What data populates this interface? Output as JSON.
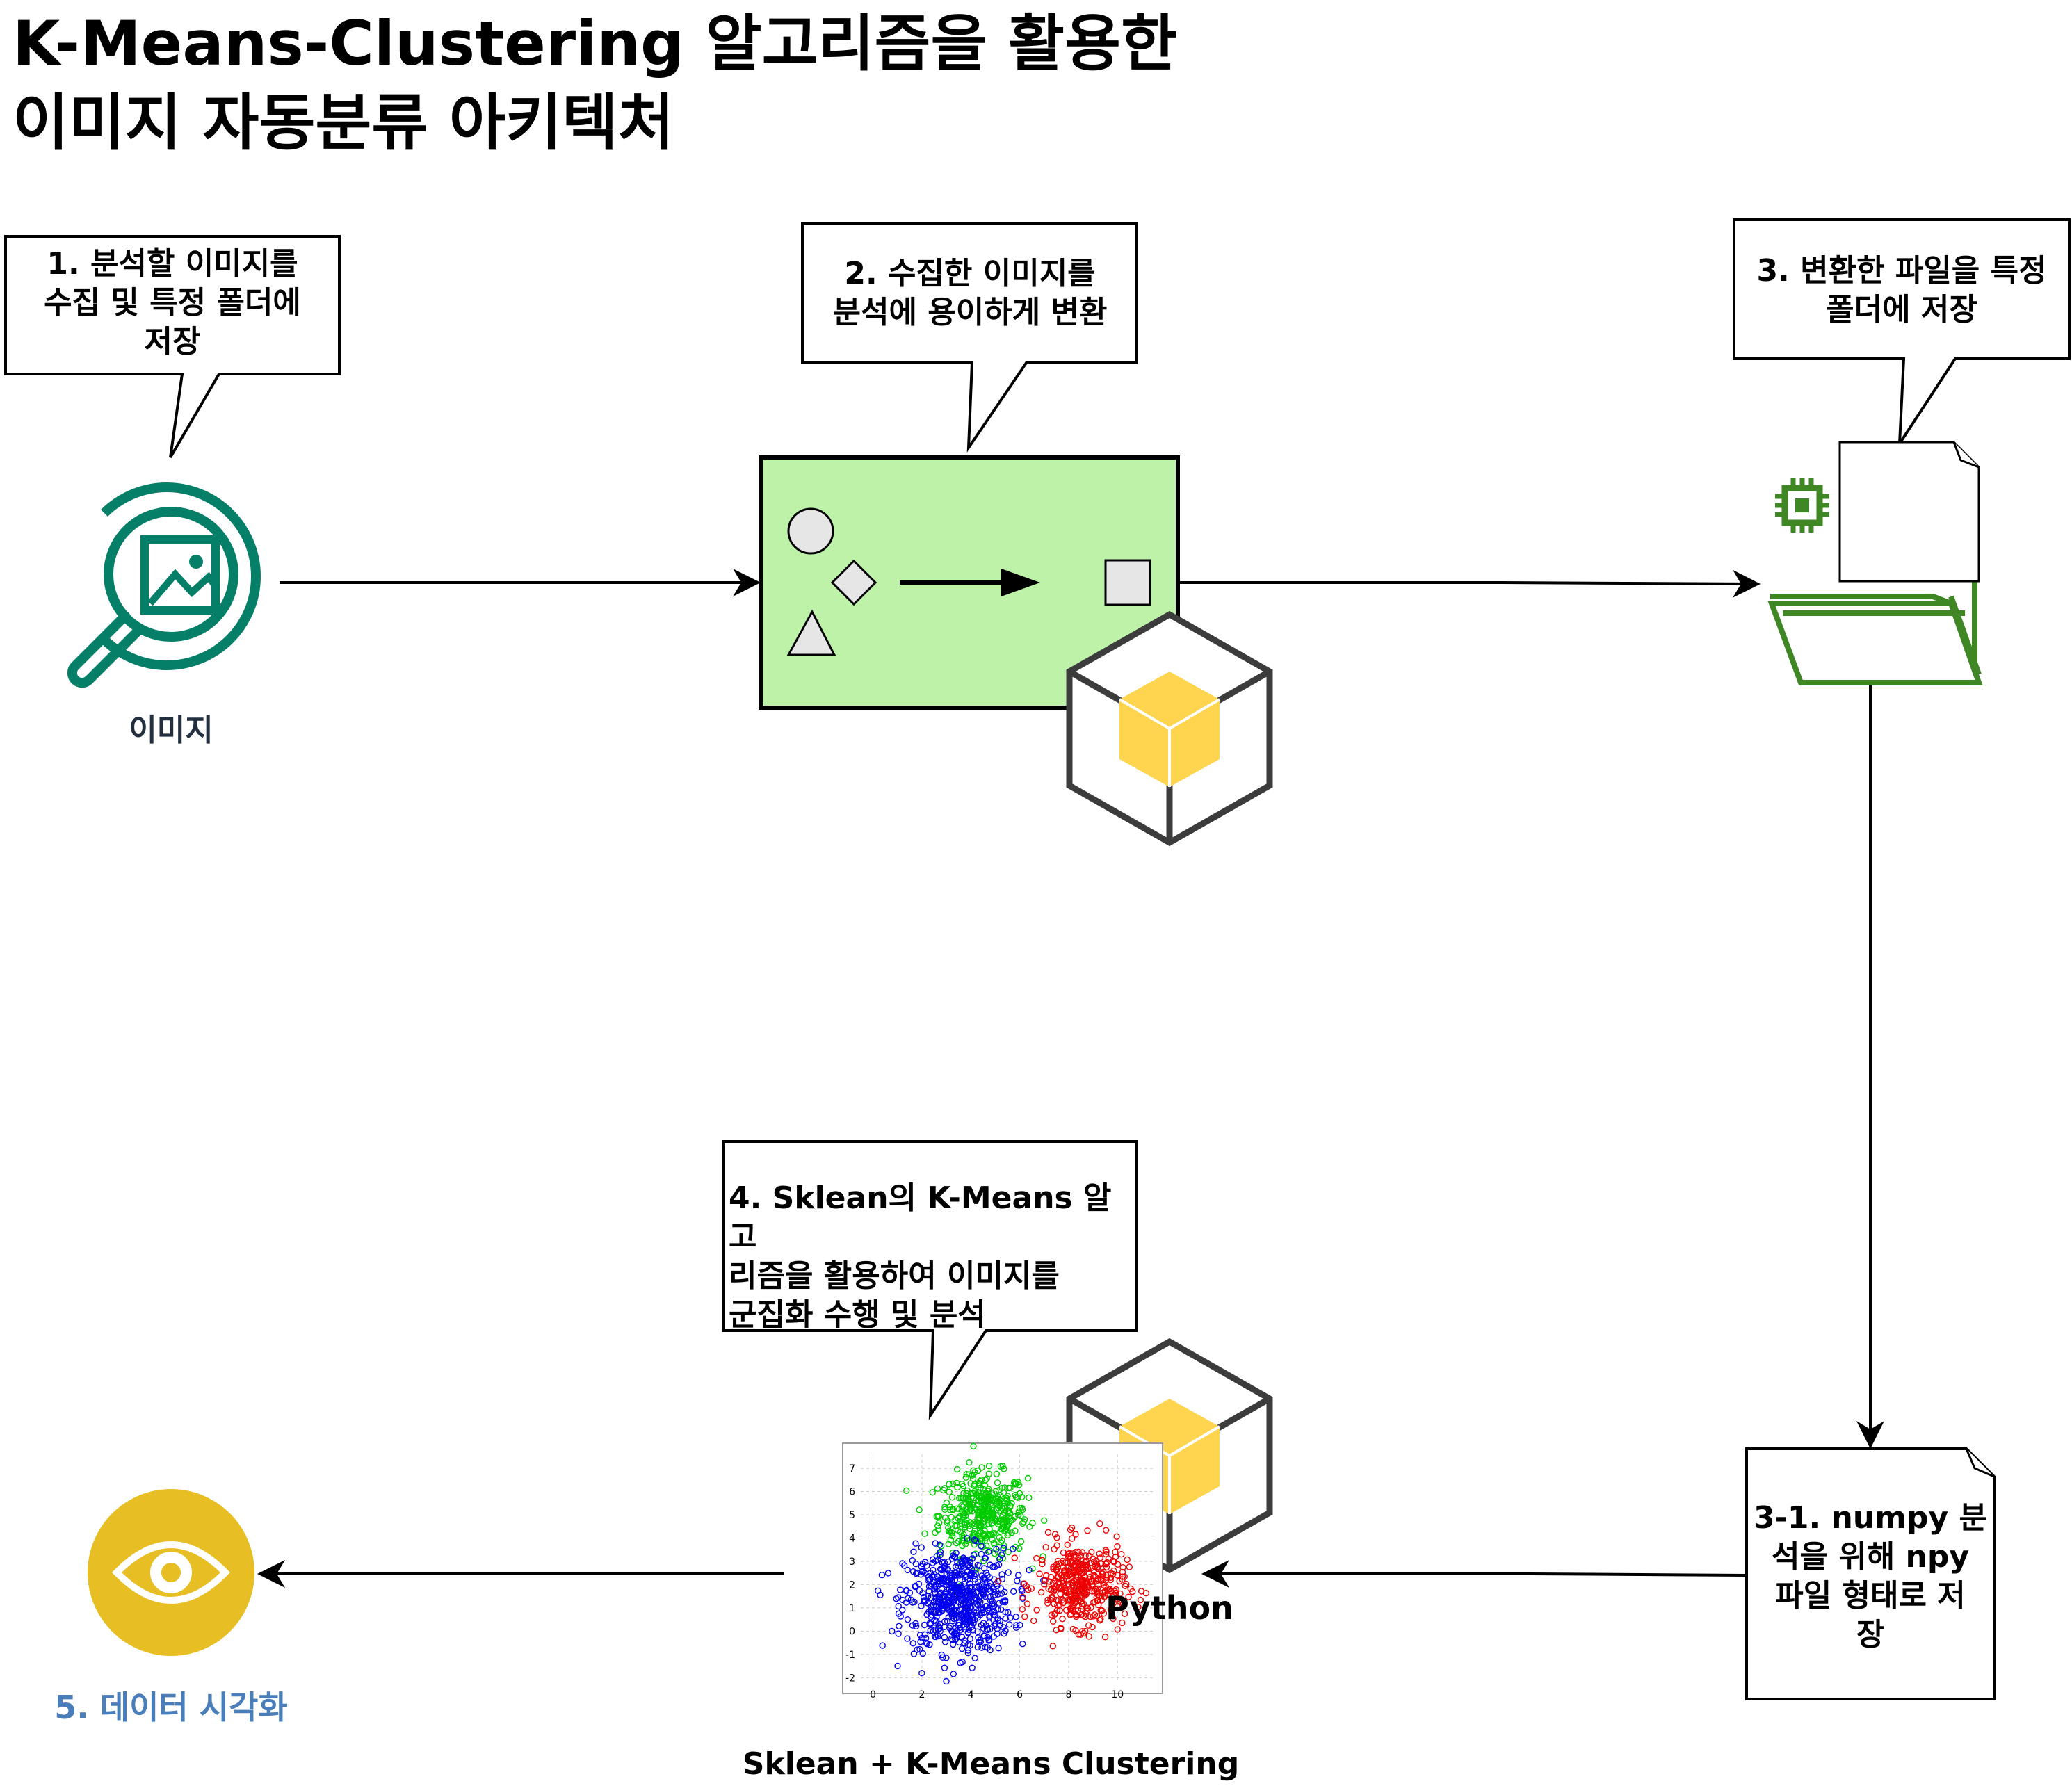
{
  "title": "K-Means-Clustering 알고리즘을 활용한\n이미지 자동분류 아키텍처",
  "steps": {
    "step1": "1. 분석할 이미지를\n수집 및 특정 폴더에\n저장",
    "step2": "2. 수집한 이미지를\n분석에 용이하게 변환",
    "step3": "3. 변환한 파일을 특정\n폴더에 저장",
    "step3_1": "3-1. numpy 분\n석을 위해 npy\n파일 형태로 저\n장",
    "step4": "4. Sklean의 K-Means 알고\n리즘을 활용하여 이미지를\n군집화 수행 및 분석"
  },
  "labels": {
    "image_icon": "이미지",
    "visualization": "5. 데이터 시각화",
    "python": "Python",
    "clustering": "Sklean + K-Means Clustering"
  },
  "colors": {
    "teal": "#067F68",
    "green_fill": "#BEF2A9",
    "folder_green": "#3F8624",
    "gold": "#E7BE24",
    "cube_yellow": "#FFD44F",
    "viz_blue": "#4A7EBB"
  },
  "chart_data": {
    "type": "scatter",
    "xticks": [
      "0",
      "2",
      "4",
      "6",
      "8",
      "10"
    ],
    "yticks": [
      "7",
      "6",
      "5",
      "4",
      "3",
      "2",
      "1",
      "0",
      "-1",
      "-2"
    ],
    "grid": true,
    "series": [
      {
        "color": "#00CC00",
        "center": [
          4.5,
          5.0
        ],
        "spread": 0.9,
        "count": 420
      },
      {
        "color": "#0000EE",
        "center": [
          3.5,
          1.3
        ],
        "spread": 1.1,
        "count": 650
      },
      {
        "color": "#EE0000",
        "center": [
          8.5,
          2.0
        ],
        "spread": 0.9,
        "count": 420
      }
    ]
  }
}
